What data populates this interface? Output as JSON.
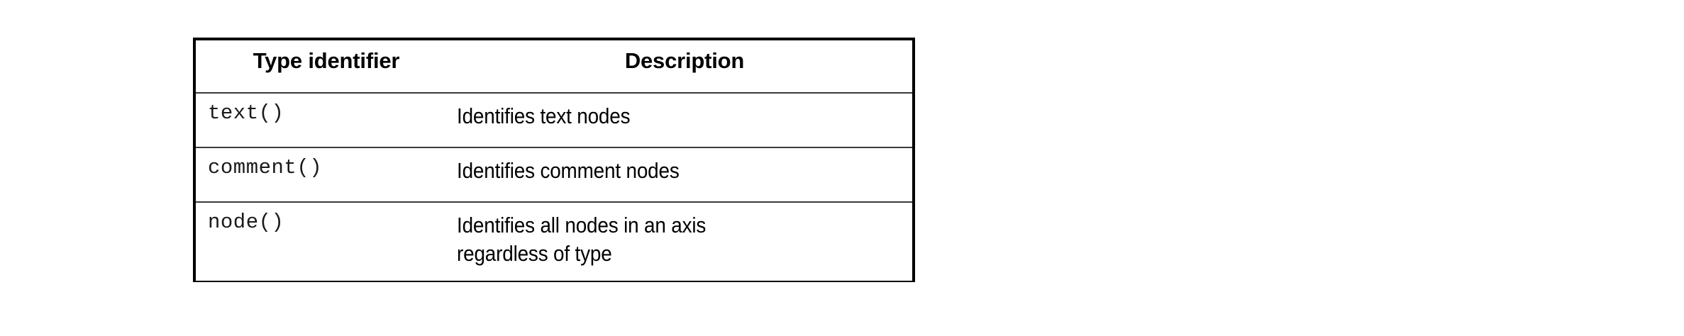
{
  "page": {
    "background_color": "#ffffff",
    "text_color": "#000000",
    "outer_border_color": "#000000",
    "inner_border_color": "#3a3a3a"
  },
  "table": {
    "columns": [
      {
        "key": "type_identifier",
        "header": "Type identifier"
      },
      {
        "key": "description",
        "header": "Description"
      }
    ],
    "rows": [
      {
        "type_identifier": "text()",
        "description_lines": [
          "Identifies text nodes"
        ],
        "description": "Identifies text nodes"
      },
      {
        "type_identifier": "comment()",
        "description_lines": [
          "Identifies comment nodes"
        ],
        "description": "Identifies comment nodes"
      },
      {
        "type_identifier": "node()",
        "description_lines": [
          "Identifies all nodes in an axis",
          "regardless of type"
        ],
        "description": "Identifies all nodes in an axis regardless of type"
      }
    ]
  }
}
